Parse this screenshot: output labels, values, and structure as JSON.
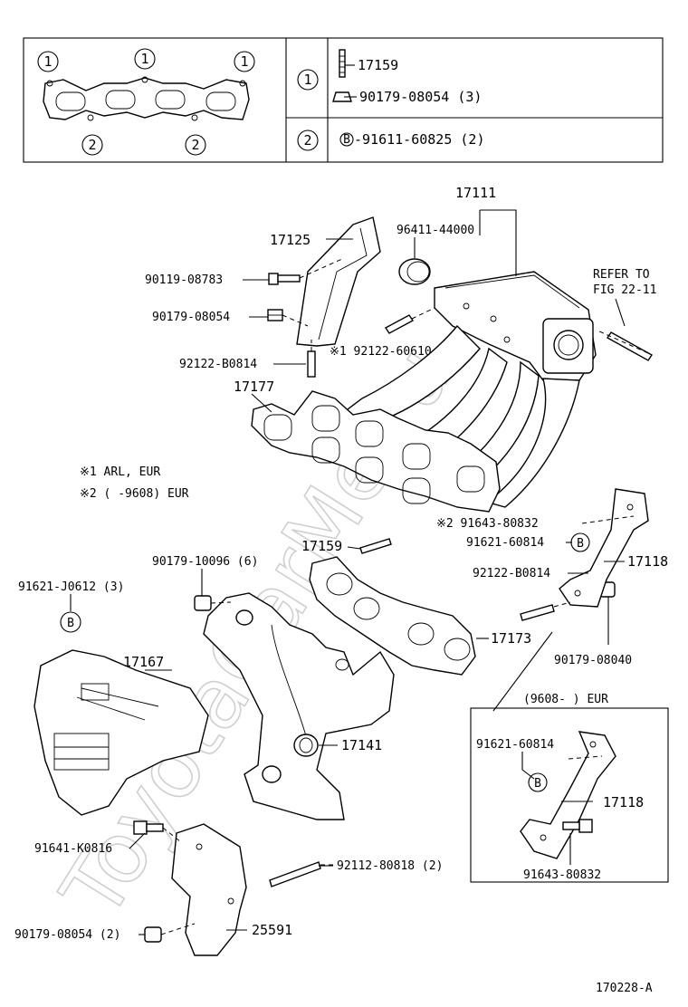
{
  "watermark": "ToyotaCarMe.ru",
  "inset_table": {
    "row1_marker": "1",
    "row1_parts": [
      "17159",
      "90179-08054 (3)"
    ],
    "row2_marker": "2",
    "row2_ref": "B",
    "row2_parts": [
      "-91611-60825 (2)"
    ],
    "gasket_markers": [
      "1",
      "1",
      "1",
      "2",
      "2"
    ]
  },
  "notes": {
    "note1": "※1 ARL, EUR",
    "note2": "※2 (      -9608) EUR"
  },
  "labels": {
    "p17111": "17111",
    "p96411": "96411-44000",
    "p17125": "17125",
    "p90119": "90119-08783",
    "p90179_08054_top": "90179-08054",
    "p92122_b0814_top": "92122-B0814",
    "p92122_60610": "※1 92122-60610",
    "refer": "REFER TO",
    "refer_fig": "FIG 22-11",
    "p17177": "17177",
    "p91643_80832_top": "※2 91643-80832",
    "p91621_60814_top": "91621-60814",
    "p17159": "17159",
    "p90179_10096": "90179-10096 (6)",
    "p92122_b0814_mid": "92122-B0814",
    "p17118_top": "17118",
    "p91621_j0612": "91621-J0612 (3)",
    "p17173": "17173",
    "p90179_08040": "90179-08040",
    "p17167": "17167",
    "p17141": "17141",
    "inset_header": "(9608-      ) EUR",
    "p91621_60814_inset": "91621-60814",
    "p17118_inset": "17118",
    "p91643_80832_inset": "91643-80832",
    "p91641_k0816": "91641-K0816",
    "p92112_80818": "92112-80818 (2)",
    "p90179_08054_bot": "90179-08054 (2)",
    "p25591": "25591",
    "figure_code": "170228-A",
    "b_marker": "B"
  }
}
